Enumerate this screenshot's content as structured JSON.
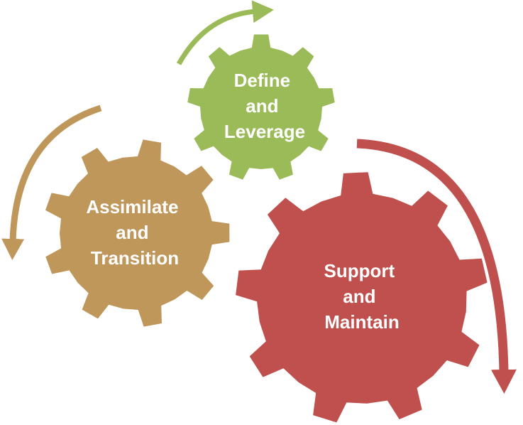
{
  "gears": [
    {
      "id": "define",
      "lines": [
        "Define",
        "and",
        "Leverage"
      ],
      "color": "#9BBB59"
    },
    {
      "id": "assimilate",
      "lines": [
        "Assimilate",
        "and",
        "Transition"
      ],
      "color": "#C0975A"
    },
    {
      "id": "support",
      "lines": [
        "Support",
        "and",
        "Maintain"
      ],
      "color": "#C0504D"
    }
  ],
  "arrows": [
    {
      "id": "green-arrow",
      "color": "#9BBB59"
    },
    {
      "id": "tan-arrow",
      "color": "#C0975A"
    },
    {
      "id": "red-arrow",
      "color": "#C0504D"
    }
  ]
}
